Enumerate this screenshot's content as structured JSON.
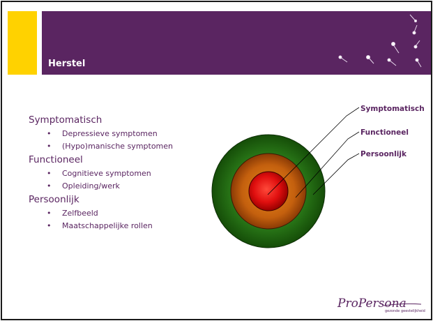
{
  "header": {
    "title": "Herstel"
  },
  "outline": [
    {
      "heading": "Symptomatisch",
      "items": [
        "Depressieve symptomen",
        "(Hypo)manische symptomen"
      ]
    },
    {
      "heading": "Functioneel",
      "items": [
        "Cognitieve symptomen",
        "Opleiding/werk"
      ]
    },
    {
      "heading": "Persoonlijk",
      "items": [
        "Zelfbeeld",
        "Maatschappelijke rollen"
      ]
    }
  ],
  "diagram": {
    "labels": {
      "inner": "Symptomatisch",
      "middle": "Functioneel",
      "outer": "Persoonlijk"
    },
    "colors": {
      "outer": "#1f6b10",
      "middle": "#b8500c",
      "inner": "#e60f0f"
    }
  },
  "logo": {
    "text": "ProPersona",
    "tagline": "gezonde geestelijkheid"
  },
  "theme": {
    "accent": "#5a2561",
    "yellow": "#ffd200"
  }
}
